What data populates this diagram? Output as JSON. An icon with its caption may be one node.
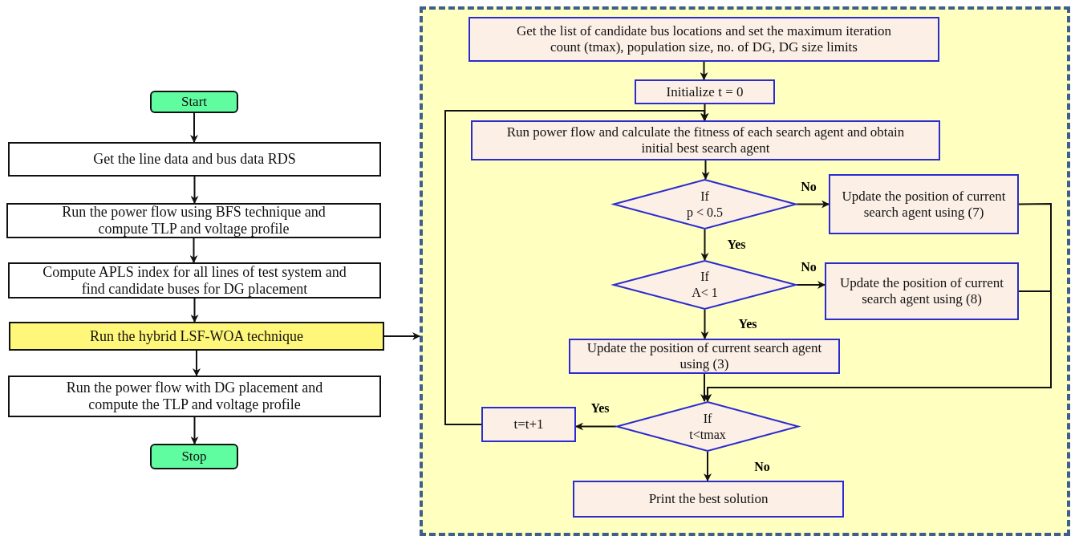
{
  "diagram": {
    "nodes": [
      {
        "text": [
          "Start"
        ]
      },
      {
        "text": [
          "Get the line  data and bus data  RDS"
        ]
      },
      {
        "text": [
          "Run the power flow using BFS technique and compute TLP and voltage profile"
        ]
      },
      {
        "text": [
          "Compute APLS index for all lines of test system and find candidate buses for DG placement"
        ]
      },
      {
        "text": [
          "Run the hybrid LSF-WOA  technique"
        ]
      },
      {
        "text": [
          "Run the power flow  with DG placement  and compute the TLP and voltage profile"
        ]
      },
      {
        "text": [
          "Stop"
        ]
      },
      {
        "text": [],
        "shape": "box"
      },
      {
        "text": [
          "Get the list of candidate bus locations  and set the maximum iteration count (tmax), population size, no. of DG, DG size limits"
        ],
        "in": 7
      },
      {
        "text": [
          "Initialize t = 0"
        ],
        "in": 7
      },
      {
        "text": [
          "Run power flow and   calculate the fitness of each search agent and obtain initial best search agent"
        ],
        "in": 7
      },
      {
        "text": [
          "If",
          "p < 0.5"
        ],
        "in": 7
      },
      {
        "text": [
          "Update the position of current search agent using (7)"
        ],
        "in": 7
      },
      {
        "text": [
          "If",
          "A< 1"
        ],
        "in": 7
      },
      {
        "text": [
          "Update the position of current search agent using (8)"
        ],
        "in": 7
      },
      {
        "text": [
          "Update the position of current search agent using (3)"
        ],
        "in": 7
      },
      {
        "text": [
          "If",
          "t<tmax"
        ],
        "in": 7
      },
      {
        "text": [
          "t=t+1"
        ],
        "in": 7
      },
      {
        "text": [
          "Print the best solution"
        ],
        "in": 7
      }
    ],
    "edges": [
      {
        "from": 0,
        "to": 1,
        "arrow": "to"
      },
      {
        "from": 1,
        "to": 2,
        "arrow": "to"
      },
      {
        "from": 2,
        "to": 3,
        "arrow": "to"
      },
      {
        "from": 3,
        "to": 4,
        "arrow": "to"
      },
      {
        "from": 4,
        "to": 5,
        "arrow": "to"
      },
      {
        "from": 5,
        "to": 6,
        "arrow": "to"
      },
      {
        "from": 4,
        "to": 7,
        "arrow": "to"
      },
      {
        "from": 8,
        "to": 9,
        "arrow": "to"
      },
      {
        "from": 9,
        "to": 10,
        "arrow": "to"
      },
      {
        "from": 10,
        "to": 11,
        "arrow": "to"
      },
      {
        "from": 11,
        "to": 12,
        "arrow": "to",
        "label": "No"
      },
      {
        "from": 11,
        "to": 13,
        "arrow": "to",
        "label": "Yes"
      },
      {
        "from": 13,
        "to": 14,
        "arrow": "to",
        "label": "No"
      },
      {
        "from": 13,
        "to": 15,
        "arrow": "to",
        "label": "Yes"
      },
      {
        "from": 15,
        "to": 16,
        "arrow": "to"
      },
      {
        "from": 12,
        "to": 16,
        "arrow": "to"
      },
      {
        "from": 14,
        "to": 16,
        "arrow": "to"
      },
      {
        "from": 16,
        "to": 17,
        "arrow": "to",
        "label": "Yes"
      },
      {
        "from": 17,
        "to": 10,
        "arrow": "to"
      },
      {
        "from": 16,
        "to": 18,
        "arrow": "to",
        "label": "No"
      }
    ]
  }
}
